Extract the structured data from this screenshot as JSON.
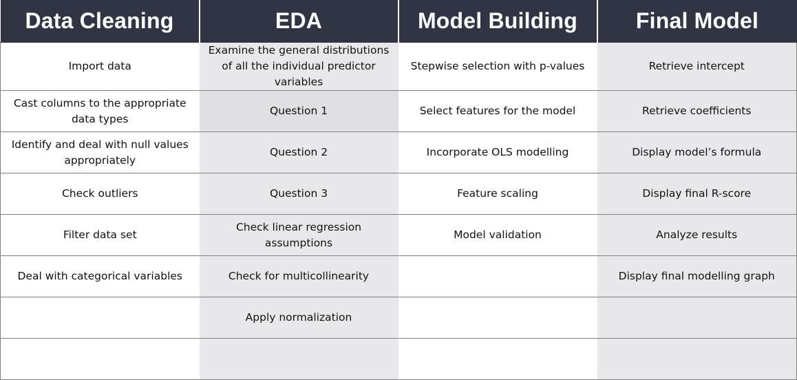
{
  "table": {
    "headers": [
      "Data Cleaning",
      "EDA",
      "Model Building",
      "Final Model"
    ],
    "rows": [
      [
        "Import data",
        "Examine the general distributions of all the individual predictor variables",
        "Stepwise selection with p-values",
        "Retrieve intercept"
      ],
      [
        "Cast columns to the appropriate data types",
        "Question 1",
        "Select features for the model",
        "Retrieve coefficients"
      ],
      [
        "Identify and deal with null values appropriately",
        "Question 2",
        "Incorporate OLS modelling",
        "Display model’s formula"
      ],
      [
        "Check outliers",
        "Question 3",
        "Feature scaling",
        "Display final R-score"
      ],
      [
        "Filter data set",
        "Check linear regression assumptions",
        "Model validation",
        "Analyze results"
      ],
      [
        "Deal with categorical variables",
        "Check for multicollinearity",
        "",
        "Display final modelling graph"
      ],
      [
        "",
        "Apply normalization",
        "",
        ""
      ],
      [
        "",
        "",
        "",
        ""
      ]
    ]
  },
  "colors": {
    "header_background": "#303443",
    "header_text": "#ffffff",
    "shaded_column": "#e8e8ea",
    "plain_column": "#ffffff",
    "grid_line": "#7f7f7f"
  }
}
